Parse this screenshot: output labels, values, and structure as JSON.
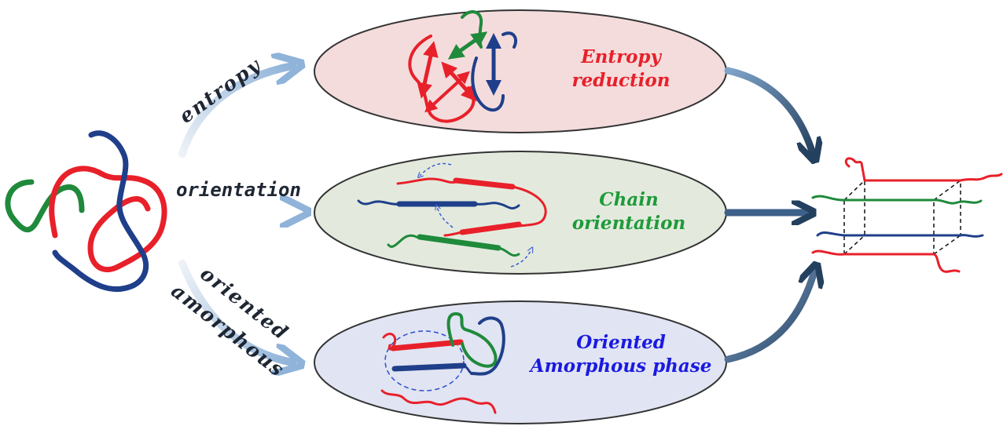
{
  "pathways": {
    "entropy": "entropy",
    "orientation": "orientation",
    "oriented_line1": "oriented",
    "oriented_line2": "amorphous"
  },
  "stages": {
    "entropy": {
      "line1": "Entropy",
      "line2": "reduction",
      "color": "#e8202a",
      "fill": "#f4dcdc"
    },
    "chain": {
      "line1": "Chain",
      "line2": "orientation",
      "color": "#1f9a3b",
      "fill": "#e3eadd"
    },
    "amorphous": {
      "line1": "Oriented",
      "line2": "Amorphous phase",
      "color": "#1a1ae0",
      "fill": "#e1e4f2"
    }
  },
  "colors": {
    "red": "#e8202a",
    "green": "#1f8a3b",
    "blue": "#1f3f8a",
    "arrow_light": "#a9c3e0",
    "arrow_dark": "#2b4a6f"
  }
}
